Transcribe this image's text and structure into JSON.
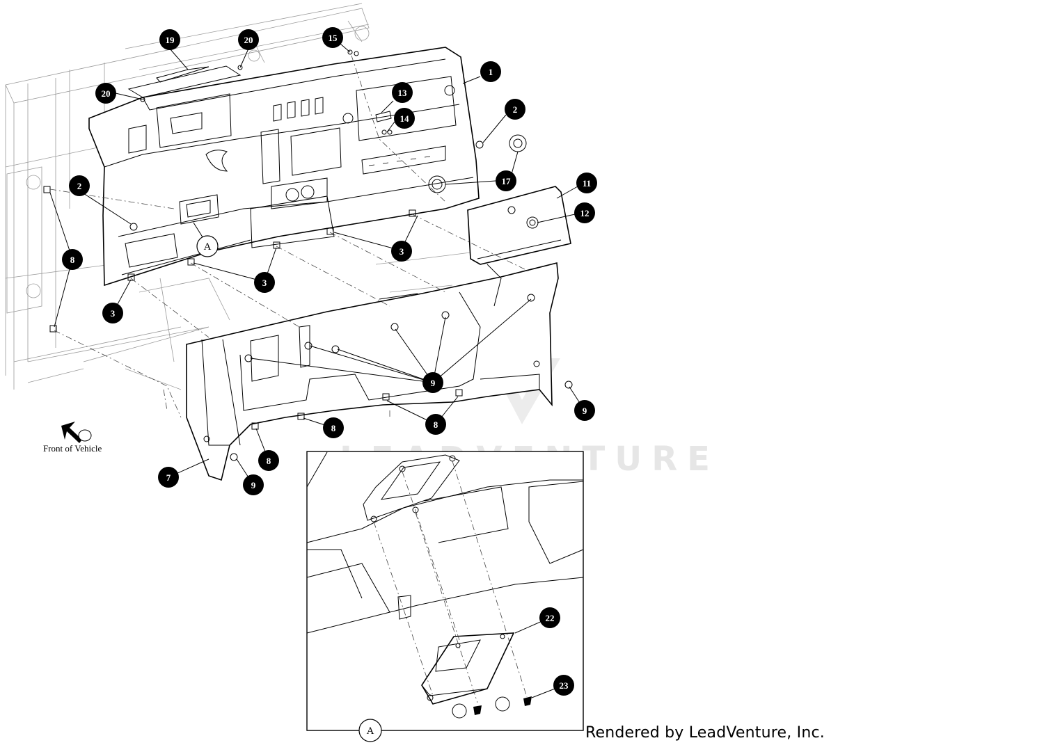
{
  "diagram": {
    "watermark": "LEADVENTURE",
    "direction_label": "Front of Vehicle",
    "detail_label": "A",
    "callouts": {
      "c19": "19",
      "c20a": "20",
      "c20b": "20",
      "c15": "15",
      "c1": "1",
      "c13": "13",
      "c14": "14",
      "c2a": "2",
      "c2b": "2",
      "c17": "17",
      "c11": "11",
      "c12": "12",
      "c3a": "3",
      "c3b": "3",
      "c3c": "3",
      "c8a": "8",
      "c8b": "8",
      "c8c": "8",
      "c8d": "8",
      "c9a": "9",
      "c9b": "9",
      "c9c": "9",
      "c7": "7",
      "c22": "22",
      "c23": "23"
    }
  },
  "footer": {
    "text": "Rendered by LeadVenture, Inc."
  }
}
